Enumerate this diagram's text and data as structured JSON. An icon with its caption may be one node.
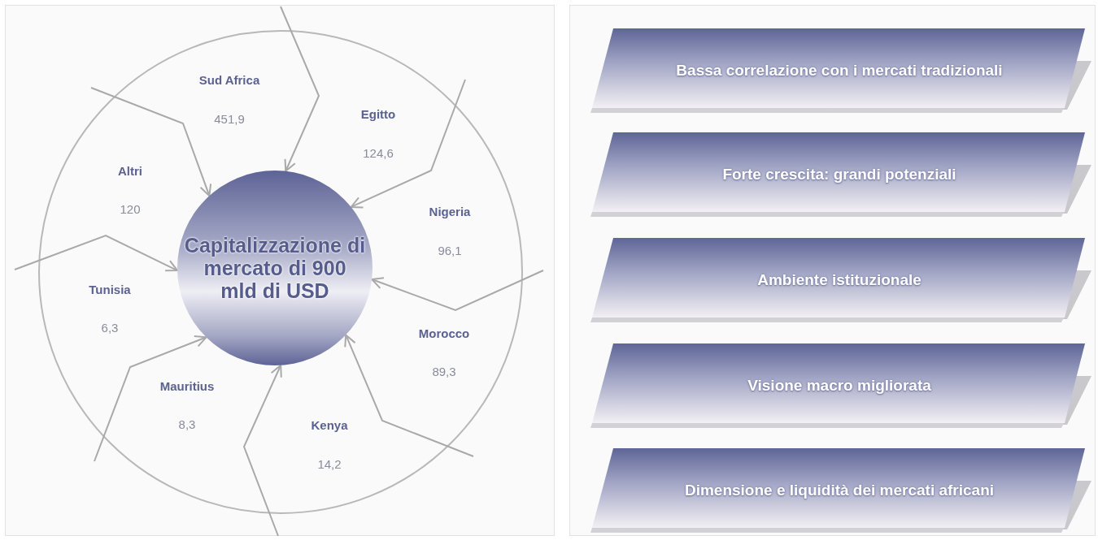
{
  "diagram": {
    "nodes": [
      {
        "text": [],
        "shape": "circle"
      },
      {
        "text": [
          "Capitalizzazione di mercato di 900 mld di USD"
        ],
        "in": 0
      },
      {
        "text": [
          "Bassa correlazione con i mercati tradizionali"
        ]
      },
      {
        "text": [
          "Forte crescita: grandi potenziali"
        ]
      },
      {
        "text": [
          "Ambiente istituzionale"
        ]
      },
      {
        "text": [
          "Visione macro migliorata"
        ]
      },
      {
        "text": [
          "Dimensione e liquidità dei mercati africani"
        ]
      }
    ],
    "edges": [
      {
        "from": null,
        "to": 1,
        "arrow": "to"
      },
      {
        "from": null,
        "to": 1,
        "arrow": "to"
      },
      {
        "from": null,
        "to": 1,
        "arrow": "to"
      },
      {
        "from": null,
        "to": 1,
        "arrow": "to"
      },
      {
        "from": null,
        "to": 1,
        "arrow": "to"
      },
      {
        "from": null,
        "to": 1,
        "arrow": "to"
      },
      {
        "from": null,
        "to": 1,
        "arrow": "to"
      },
      {
        "from": null,
        "to": 1,
        "arrow": "to"
      }
    ],
    "labels": [
      "Sud Africa",
      "451,9",
      "Egitto",
      "124,6",
      "Altri",
      "Nigeria",
      "120",
      "96,1",
      "Tunisia",
      "Morocco",
      "6,3",
      "89,3",
      "Mauritius",
      "Kenya",
      "8,3",
      "14,2"
    ]
  }
}
